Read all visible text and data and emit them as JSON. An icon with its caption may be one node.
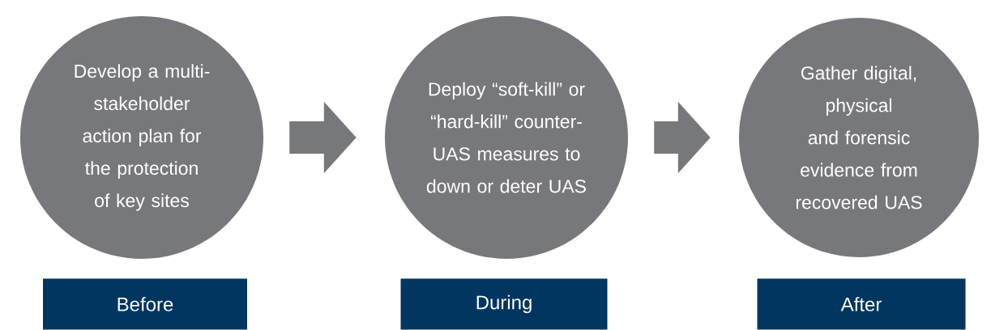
{
  "diagram": {
    "nodes": [
      {
        "text": [
          "Develop a multi-stakeholder action plan for the protection of key sites"
        ]
      },
      {
        "text": [
          "Deploy “soft-kill” or “hard-kill” counter-UAS measures to down or deter UAS"
        ]
      },
      {
        "text": [
          "Gather digital, physical and forensic evidence from recovered UAS"
        ]
      },
      {
        "text": [
          "Before"
        ]
      },
      {
        "text": [
          "During"
        ]
      },
      {
        "text": [
          "After"
        ]
      }
    ],
    "edges": [
      {
        "from": 0,
        "to": 1,
        "arrow": "to"
      },
      {
        "from": 1,
        "to": 2,
        "arrow": "to"
      }
    ]
  }
}
